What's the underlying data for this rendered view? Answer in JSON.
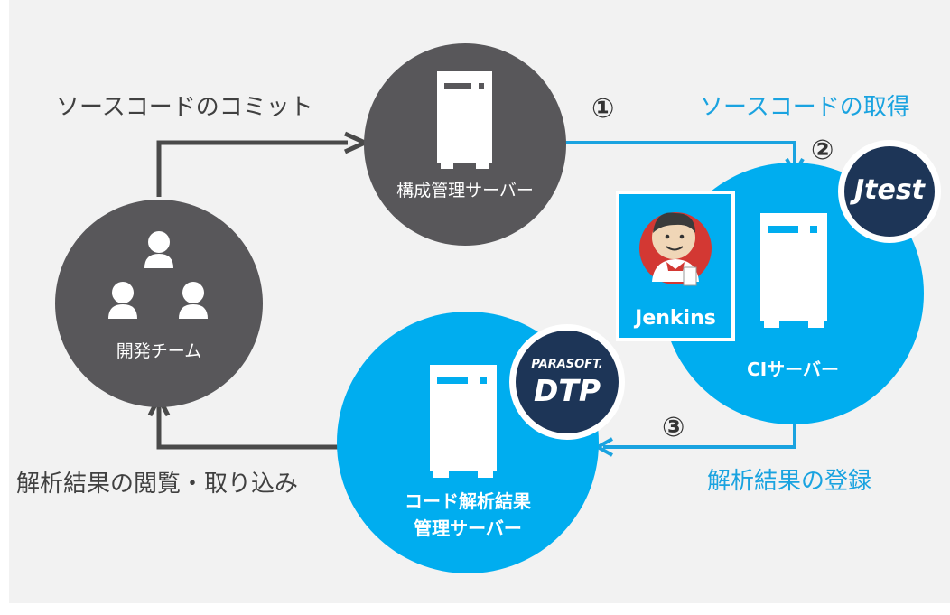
{
  "nodes": {
    "scm_server": "構成管理サーバー",
    "dev_team": "開発チーム",
    "ci_server": "CIサーバー",
    "dtp_server_line1": "コード解析結果",
    "dtp_server_line2": "管理サーバー"
  },
  "edges": {
    "commit": "ソースコードのコミット",
    "fetch": "ソースコードの取得",
    "register": "解析結果の登録",
    "review": "解析結果の閲覧・取り込み"
  },
  "steps": {
    "step1": "①",
    "step2": "②",
    "step3": "③"
  },
  "logos": {
    "jenkins": "Jenkins",
    "jtest": "Jtest",
    "parasoft_line1": "PARASOFT.",
    "parasoft_line2": "DTP"
  },
  "colors": {
    "dark_circle": "#58575a",
    "blue": "#00adef",
    "navy": "#1d3557",
    "background": "#f2f2f2",
    "arrow_gray": "#404040"
  }
}
